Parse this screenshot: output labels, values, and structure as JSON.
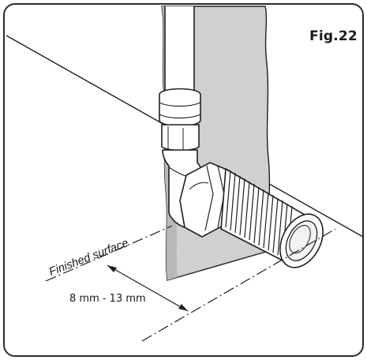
{
  "figure": {
    "label": "Fig.22",
    "surface_label": "Finished surface",
    "dimension_label": "8 mm - 13 mm"
  },
  "colors": {
    "wall": "#cfd0d1",
    "pipe": "#ffffff",
    "line": "#1f1f1f",
    "frame": "#2a2a2a"
  },
  "icons": [
    "pipe-elbow-illustration",
    "threaded-stub-illustration"
  ]
}
